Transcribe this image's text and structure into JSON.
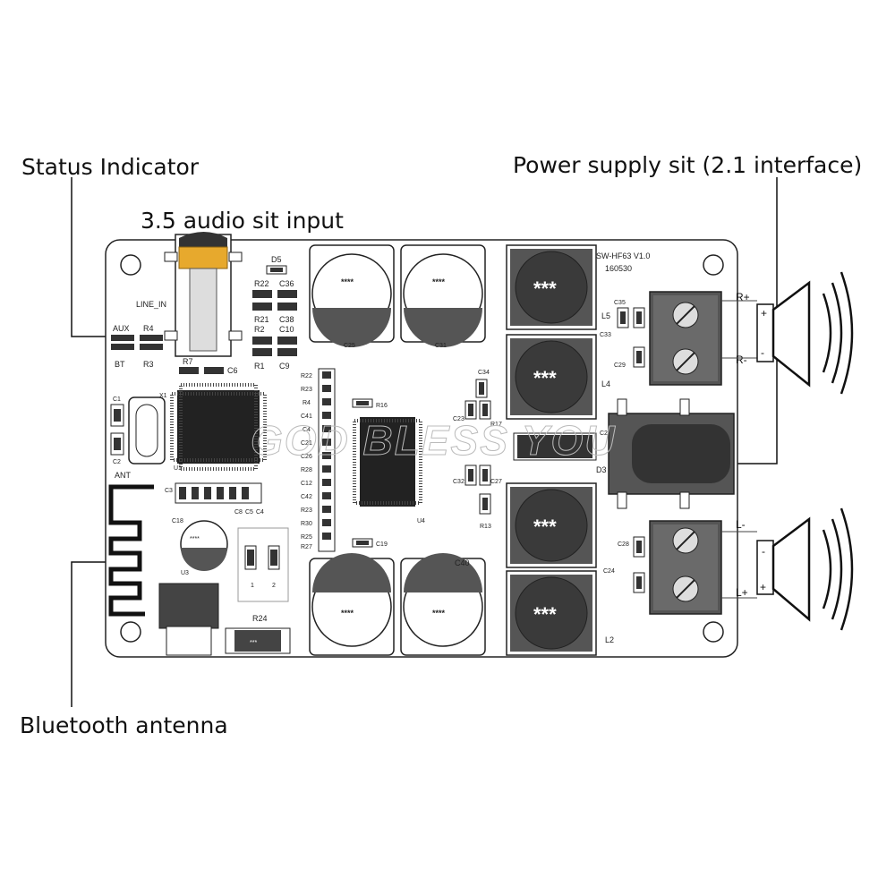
{
  "callouts": {
    "status_indicator": "Status Indicator",
    "audio_input": "3.5 audio sit input",
    "power_supply": "Power supply sit (2.1 interface)",
    "bluetooth_antenna": "Bluetooth antenna"
  },
  "board": {
    "model": "SW-HF63 V1.0",
    "date": "160530",
    "line_in": "LINE_IN",
    "aux": "AUX",
    "bt": "BT",
    "ant": "ANT",
    "watermark": "GOD BLESS YOU"
  },
  "terminals": {
    "r_plus": "R+",
    "r_minus": "R-",
    "l_minus": "L-",
    "l_plus": "L+"
  },
  "components": {
    "d5": "D5",
    "r22": "R22",
    "c36": "C36",
    "r21": "R21",
    "c38": "C38",
    "r2": "R2",
    "c10": "C10",
    "r1": "R1",
    "c9": "C9",
    "r4": "R4",
    "r3": "R3",
    "r7": "R7",
    "c6": "C6",
    "c25": "C25",
    "c31": "C31",
    "c40": "C40",
    "l5": "L5",
    "c35": "C35",
    "c33": "C33",
    "c29": "C29",
    "l4": "L4",
    "c24": "C24",
    "d3": "D3",
    "c28": "C28",
    "l2": "L2",
    "r24": "R24",
    "u1": "U1",
    "u3": "U3",
    "u4": "U4",
    "c18": "C18",
    "r16": "R16",
    "c19": "C19",
    "r13": "R13",
    "r17": "R17",
    "x1": "X1",
    "c1": "C1",
    "c2": "C2",
    "c27": "C27",
    "c32": "C32",
    "c23": "C23",
    "c34": "C34",
    "r23": "R23",
    "r25": "R25",
    "r27": "R27",
    "r30": "R30",
    "c42": "C42",
    "c12": "C12",
    "r28": "R28",
    "c26": "C26",
    "c21": "C21",
    "c4": "C4",
    "c41": "C41",
    "c8": "C8",
    "c5": "C5",
    "c3": "C3",
    "pad_1": "1",
    "pad_2": "2"
  },
  "markings": {
    "big_cap_marks": [
      "***",
      "***",
      "****",
      "***"
    ],
    "inductor_mark": "***",
    "small_cap_mark": "****",
    "r24_mark": "***"
  }
}
